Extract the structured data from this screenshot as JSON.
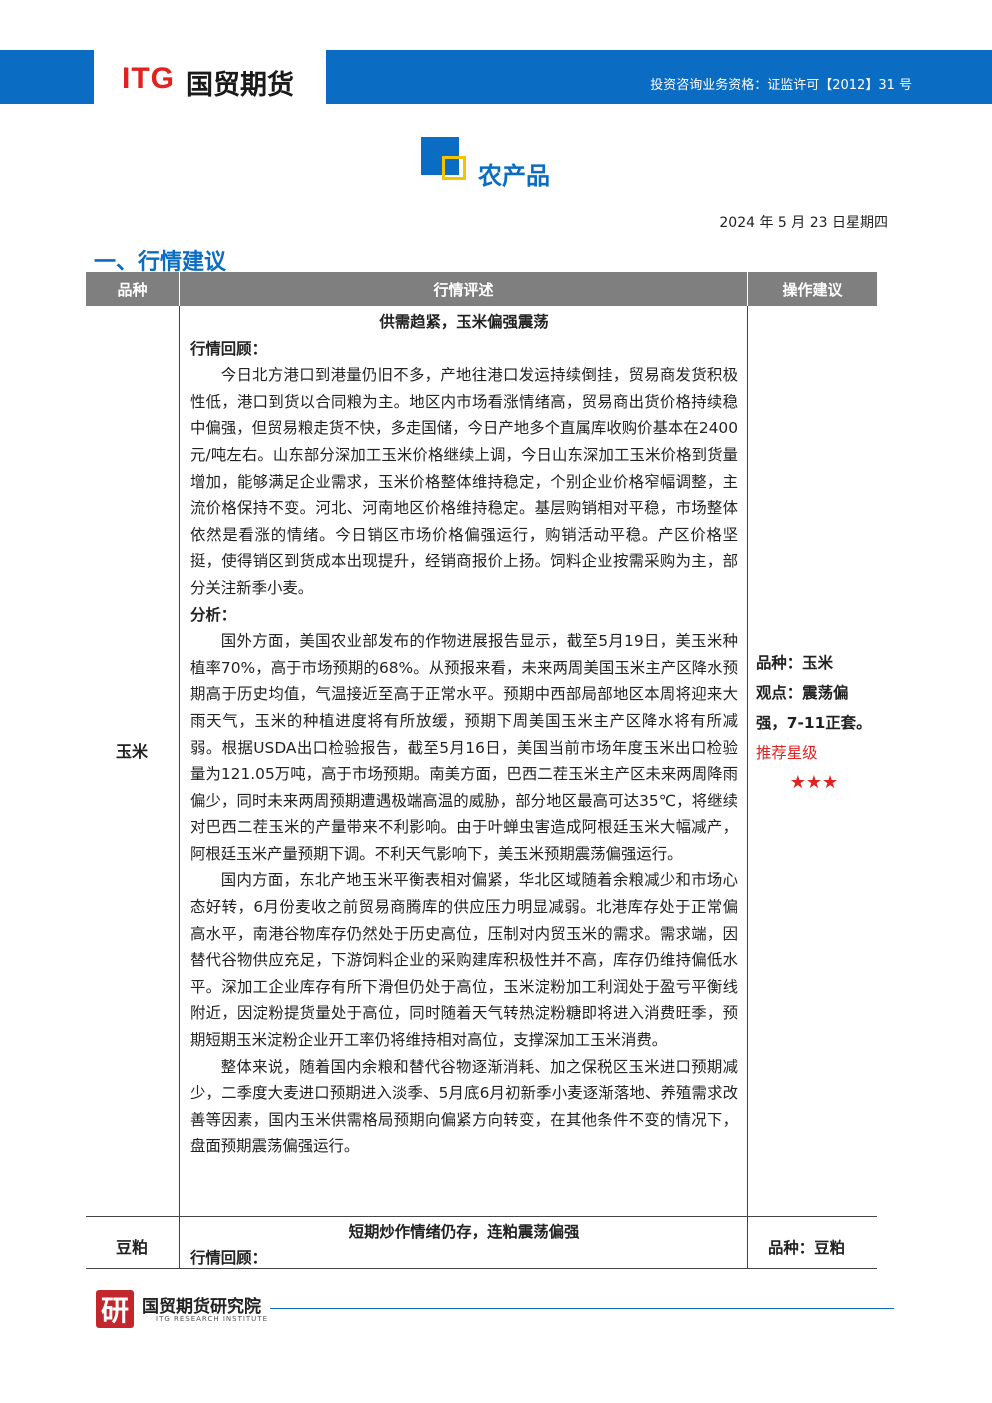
{
  "header": {
    "logo_itg": "ITG",
    "logo_cn": "国贸期货",
    "license": "投资咨询业务资格：证监许可【2012】31 号"
  },
  "section": {
    "title": "农产品",
    "date": "2024 年 5 月 23 日星期四",
    "heading": "一、行情建议"
  },
  "table": {
    "headers": [
      "品种",
      "行情评述",
      "操作建议"
    ],
    "rows": [
      {
        "variety": "玉米",
        "title": "供需趋紧，玉米偏强震荡",
        "review_label": "行情回顾：",
        "review_text": "今日北方港口到港量仍旧不多，产地往港口发运持续倒挂，贸易商发货积极性低，港口到货以合同粮为主。地区内市场看涨情绪高，贸易商出货价格持续稳中偏强，但贸易粮走货不快，多走国储，今日产地多个直属库收购价基本在2400元/吨左右。山东部分深加工玉米价格继续上调，今日山东深加工玉米价格到货量增加，能够满足企业需求，玉米价格整体维持稳定，个别企业价格窄幅调整，主流价格保持不变。河北、河南地区价格维持稳定。基层购销相对平稳，市场整体依然是看涨的情绪。今日销区市场价格偏强运行，购销活动平稳。产区价格坚挺，使得销区到货成本出现提升，经销商报价上扬。饲料企业按需采购为主，部分关注新季小麦。",
        "analysis_label": "分析：",
        "analysis_p1": "国外方面，美国农业部发布的作物进展报告显示，截至5月19日，美玉米种植率70%，高于市场预期的68%。从预报来看，未来两周美国玉米主产区降水预期高于历史均值，气温接近至高于正常水平。预期中西部局部地区本周将迎来大雨天气，玉米的种植进度将有所放缓，预期下周美国玉米主产区降水将有所减弱。根据USDA出口检验报告，截至5月16日，美国当前市场年度玉米出口检验量为121.05万吨，高于市场预期。南美方面，巴西二茬玉米主产区未来两周降雨偏少，同时未来两周预期遭遇极端高温的威胁，部分地区最高可达35℃，将继续对巴西二茬玉米的产量带来不利影响。由于叶蝉虫害造成阿根廷玉米大幅减产，阿根廷玉米产量预期下调。不利天气影响下，美玉米预期震荡偏强运行。",
        "analysis_p2": "国内方面，东北产地玉米平衡表相对偏紧，华北区域随着余粮减少和市场心态好转，6月份麦收之前贸易商腾库的供应压力明显减弱。北港库存处于正常偏高水平，南港谷物库存仍然处于历史高位，压制对内贸玉米的需求。需求端，因替代谷物供应充足，下游饲料企业的采购建库积极性并不高，库存仍维持偏低水平。深加工企业库存有所下滑但仍处于高位，玉米淀粉加工利润处于盈亏平衡线附近，因淀粉提货量处于高位，同时随着天气转热淀粉糖即将进入消费旺季，预期短期玉米淀粉企业开工率仍将维持相对高位，支撑深加工玉米消费。",
        "analysis_p3": "整体来说，随着国内余粮和替代谷物逐渐消耗、加之保税区玉米进口预期减少，二季度大麦进口预期进入淡季、5月底6月初新季小麦逐渐落地、养殖需求改善等因素，国内玉米供需格局预期向偏紧方向转变，在其他条件不变的情况下，盘面预期震荡偏强运行。",
        "advice_variety": "品种：玉米",
        "advice_view": "观点：震荡偏强，7-11正套。",
        "advice_rec_label": "推荐星级",
        "advice_stars": "★★★"
      },
      {
        "variety": "豆粕",
        "title": "短期炒作情绪仍存，连粕震荡偏强",
        "review_label": "行情回顾：",
        "advice_variety": "品种：豆粕"
      }
    ]
  },
  "footer": {
    "badge": "研",
    "name_cn": "国贸期货研究院",
    "name_en": "ITG RESEARCH INSTITUTE"
  }
}
